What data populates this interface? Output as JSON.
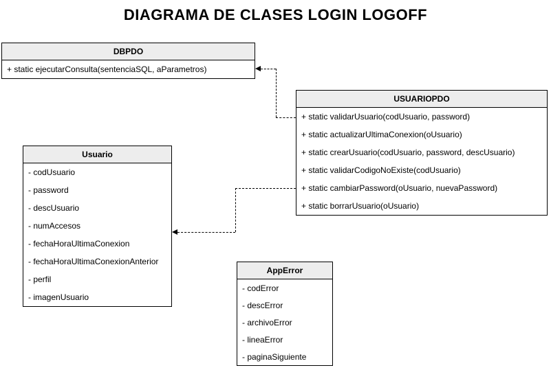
{
  "title": "DIAGRAMA DE CLASES LOGIN LOGOFF",
  "colors": {
    "background": "#FFFFFF",
    "box_border": "#000000",
    "header_fill": "#EDEDED",
    "text": "#000000"
  },
  "classes": [
    {
      "name": "DBPDO",
      "members": [
        "+ static ejecutarConsulta(sentenciaSQL, aParametros)"
      ]
    },
    {
      "name": "USUARIOPDO",
      "members": [
        "+ static validarUsuario(codUsuario, password)",
        "+ static actualizarUltimaConexion(oUsuario)",
        "+ static crearUsuario(codUsuario, password, descUsuario)",
        "+ static validarCodigoNoExiste(codUsuario)",
        "+ static cambiarPassword(oUsuario, nuevaPassword)",
        "+ static borrarUsuario(oUsuario)"
      ]
    },
    {
      "name": "Usuario",
      "members": [
        "- codUsuario",
        "- password",
        "- descUsuario",
        "- numAccesos",
        "- fechaHoraUltimaConexion",
        "- fechaHoraUltimaConexionAnterior",
        "- perfil",
        "- imagenUsuario"
      ]
    },
    {
      "name": "AppError",
      "members": [
        "- codError",
        "- descError",
        "- archivoError",
        "- lineaError",
        "- paginaSiguiente"
      ]
    }
  ],
  "relations": [
    {
      "from": "USUARIOPDO",
      "to": "DBPDO",
      "style": "dashed-arrow"
    },
    {
      "from": "USUARIOPDO",
      "to": "Usuario",
      "style": "dashed-arrow"
    }
  ]
}
